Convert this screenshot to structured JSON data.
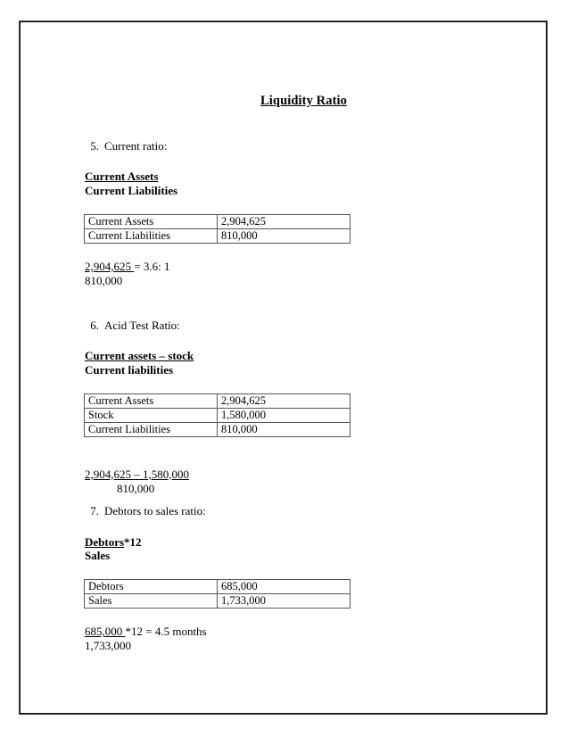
{
  "document": {
    "title": "Liquidity Ratio"
  },
  "sections": [
    {
      "number": "5.",
      "heading": "Current ratio:",
      "formula": {
        "numerator": "Current Assets",
        "denominator": "Current Liabilities"
      },
      "table": {
        "rows": [
          {
            "label": "Current Assets",
            "value": "2,904,625"
          },
          {
            "label": "Current Liabilities",
            "value": "810,000"
          }
        ]
      },
      "calculation": {
        "numerator": "2,904,625 ",
        "tail": "= 3.6: 1",
        "denominator": "810,000"
      }
    },
    {
      "number": "6.",
      "heading": "Acid Test Ratio:",
      "formula": {
        "numerator": "Current assets – stock ",
        "denominator": "Current liabilities"
      },
      "table": {
        "rows": [
          {
            "label": "Current Assets",
            "value": "2,904,625"
          },
          {
            "label": "Stock",
            "value": "1,580,000"
          },
          {
            "label": "Current Liabilities",
            "value": "810,000"
          }
        ]
      },
      "calculation": {
        "numerator": "2,904,625 – 1,580,000",
        "tail": "",
        "denominator": "810,000"
      }
    },
    {
      "number": "7.",
      "heading": "Debtors to sales ratio:",
      "formula": {
        "numerator": "Debtors ",
        "tail": "*12",
        "denominator": "Sales"
      },
      "table": {
        "rows": [
          {
            "label": "Debtors",
            "value": "685,000"
          },
          {
            "label": "Sales",
            "value": "1,733,000"
          }
        ]
      },
      "calculation": {
        "numerator": "685,000 ",
        "tail": "*12 = 4.5 months",
        "denominator": "1,733,000"
      }
    }
  ]
}
